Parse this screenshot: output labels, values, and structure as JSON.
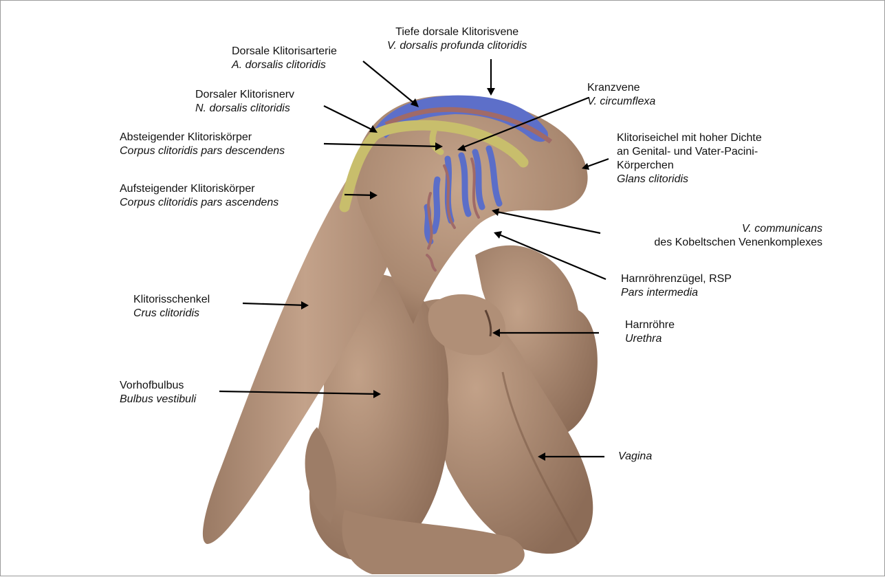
{
  "colors": {
    "tissue": "#b8977e",
    "tissue_shadow": "#8e6f59",
    "vein": "#5b6ec8",
    "artery": "#a56a6a",
    "nerve": "#c9bf6e"
  },
  "labels": {
    "tiefe_vene": {
      "de": "Tiefe dorsale Klitorisvene",
      "la": "V. dorsalis profunda clitoridis"
    },
    "arterie": {
      "de": "Dorsale Klitorisarterie",
      "la": "A. dorsalis clitoridis"
    },
    "nerv": {
      "de": "Dorsaler Klitorisnerv",
      "la": "N. dorsalis clitoridis"
    },
    "absteigend": {
      "de": "Absteigender Klitoriskörper",
      "la": "Corpus clitoridis pars descendens"
    },
    "aufsteigend": {
      "de": "Aufsteigender Klitoriskörper",
      "la": "Corpus clitoridis pars ascendens"
    },
    "kranzvene": {
      "de": "Kranzvene",
      "la": "V. circumflexa"
    },
    "eichel": {
      "de1": "Klitoriseichel mit hoher Dichte",
      "de2": "an Genital- und Vater-Pacini-",
      "de3": "Körperchen",
      "la": "Glans clitoridis"
    },
    "communicans": {
      "la": "V. communicans",
      "de": "des Kobeltschen Venenkomplexes"
    },
    "zuegel": {
      "de": "Harnröhrenzügel, RSP",
      "la": "Pars intermedia"
    },
    "schenkel": {
      "de": "Klitorisschenkel",
      "la": "Crus clitoridis"
    },
    "harnroehre": {
      "de": "Harnröhre",
      "la": "Urethra"
    },
    "bulbus": {
      "de": "Vorhofbulbus",
      "la": "Bulbus vestibuli"
    },
    "vagina": {
      "la": "Vagina"
    }
  }
}
